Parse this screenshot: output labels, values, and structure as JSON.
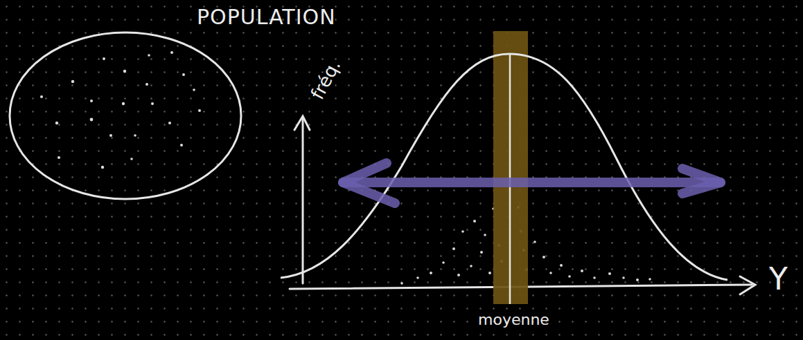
{
  "diagram": {
    "nodes": [
      {
        "text": [
          "POPULATION"
        ]
      }
    ],
    "labels": [
      "fréq.",
      "Y",
      "moyenne"
    ]
  }
}
